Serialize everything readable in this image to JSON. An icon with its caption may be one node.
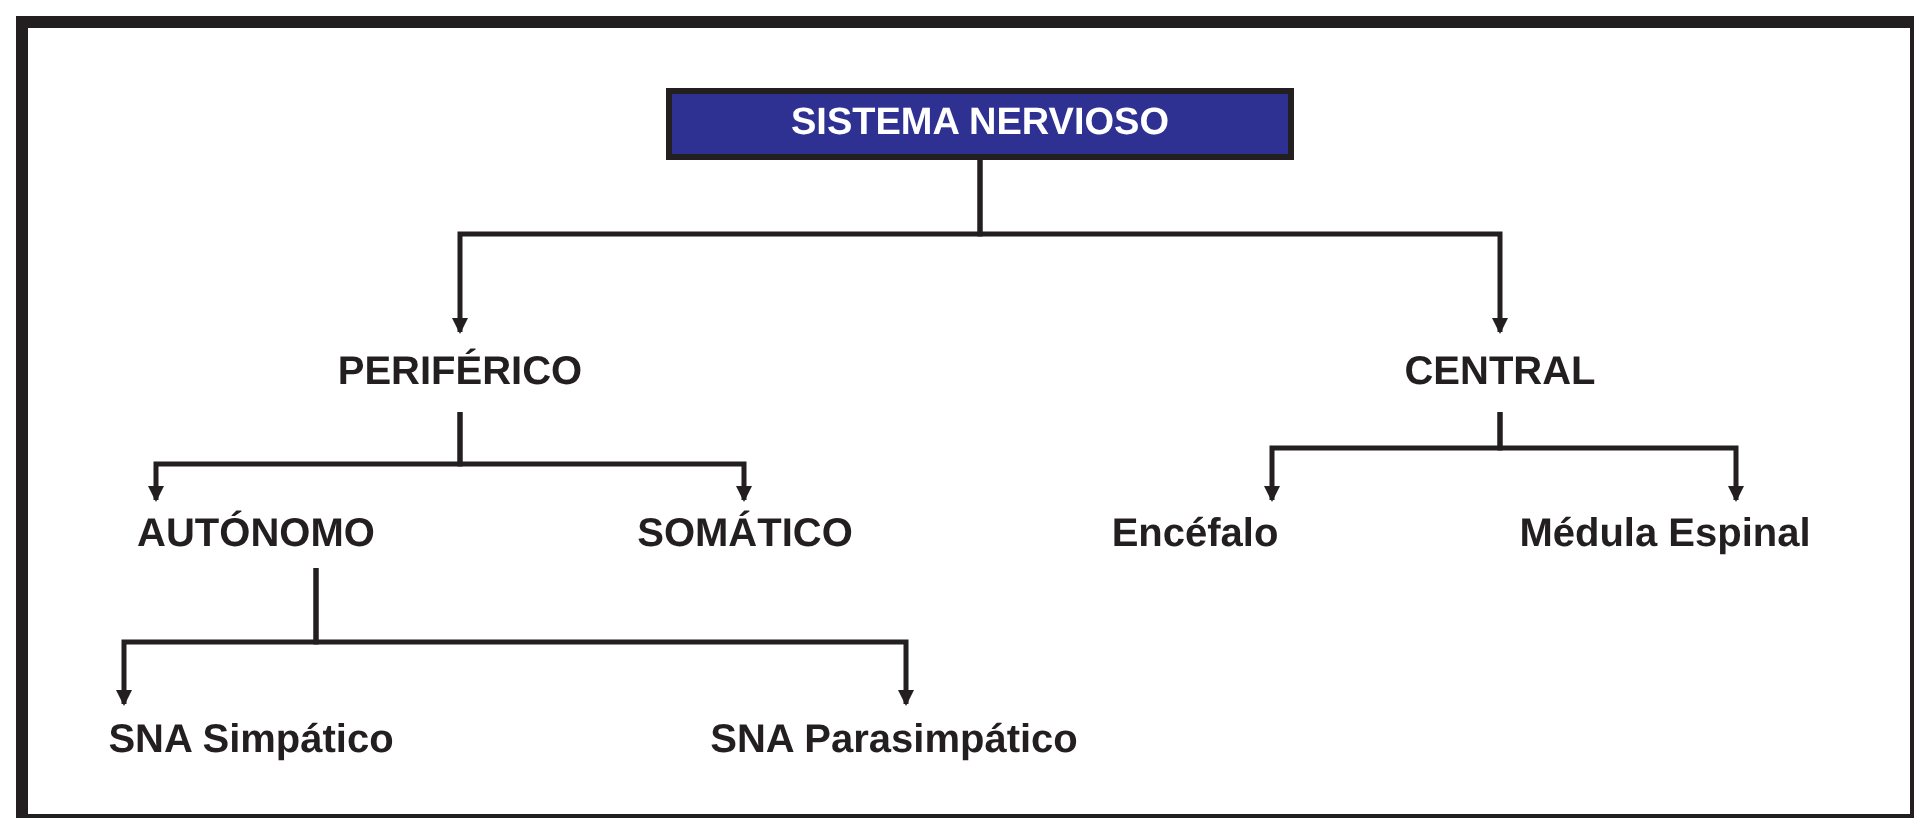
{
  "diagram": {
    "nodes": [
      {
        "text": [
          "SISTEMA NERVIOSO"
        ]
      },
      {
        "text": [
          "PERIFÉRICO"
        ]
      },
      {
        "text": [
          "CENTRAL"
        ]
      },
      {
        "text": [
          "AUTÓNOMO"
        ]
      },
      {
        "text": [
          "SOMÁTICO"
        ]
      },
      {
        "text": [
          "Encéfalo"
        ]
      },
      {
        "text": [
          "Médula Espinal"
        ]
      },
      {
        "text": [
          "SNA Simpático"
        ]
      },
      {
        "text": [
          "SNA Parasimpático"
        ]
      }
    ],
    "edges": [
      {
        "from": 0,
        "to": 1,
        "arrow": "to"
      },
      {
        "from": 0,
        "to": 2,
        "arrow": "to"
      },
      {
        "from": 1,
        "to": 3,
        "arrow": "to"
      },
      {
        "from": 1,
        "to": 4,
        "arrow": "to"
      },
      {
        "from": 2,
        "to": 5,
        "arrow": "to"
      },
      {
        "from": 2,
        "to": 6,
        "arrow": "to"
      },
      {
        "from": 3,
        "to": 7,
        "arrow": "to"
      },
      {
        "from": 3,
        "to": 8,
        "arrow": "to"
      }
    ]
  }
}
